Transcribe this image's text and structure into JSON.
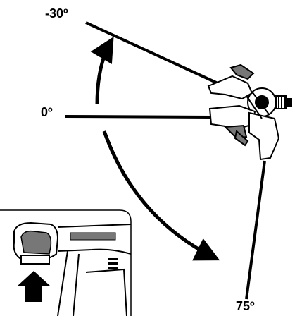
{
  "angles": {
    "upper": "-30º",
    "level": "0º",
    "lower": "75º"
  },
  "colors": {
    "ink": "#000000",
    "paper": "#ffffff",
    "shade": "#777777"
  },
  "icons": {
    "inset_arrow": "up-arrow-icon",
    "tool": "nailer-tool-icon"
  }
}
